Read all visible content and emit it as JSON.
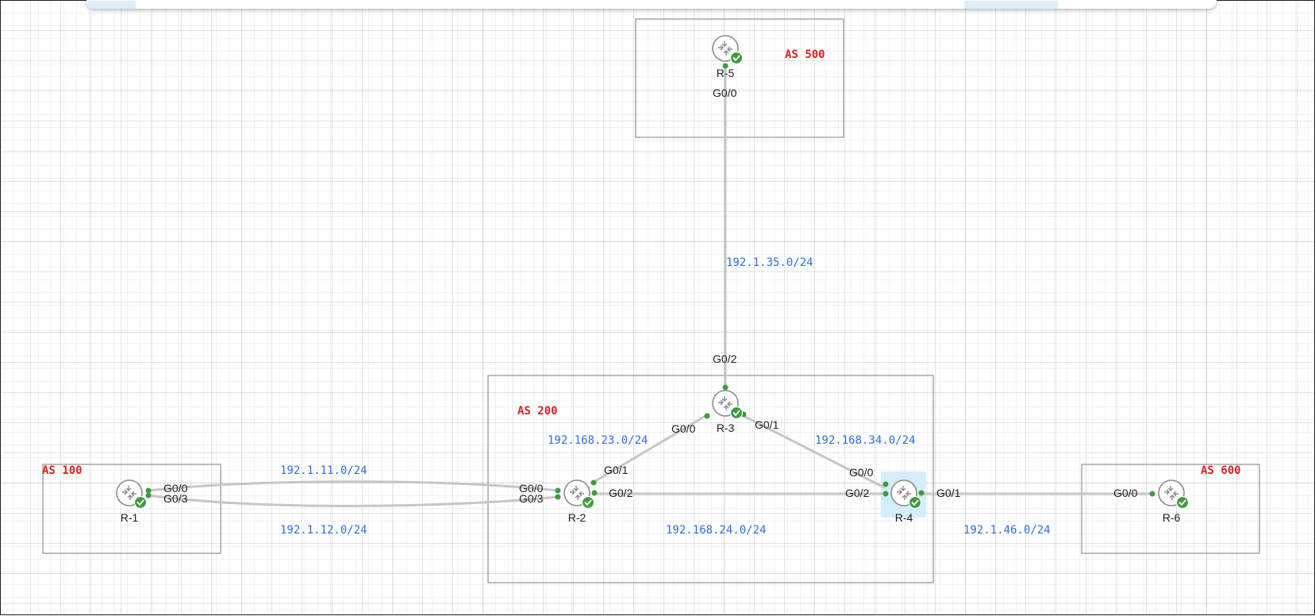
{
  "as_areas": [
    {
      "id": "as500",
      "label": "AS 500"
    },
    {
      "id": "as200",
      "label": "AS 200"
    },
    {
      "id": "as100",
      "label": "AS 100"
    },
    {
      "id": "as600",
      "label": "AS 600"
    }
  ],
  "routers": [
    {
      "id": "r5",
      "label": "R-5",
      "status": "running",
      "selected": false
    },
    {
      "id": "r3",
      "label": "R-3",
      "status": "running",
      "selected": false
    },
    {
      "id": "r2",
      "label": "R-2",
      "status": "running",
      "selected": false
    },
    {
      "id": "r4",
      "label": "R-4",
      "status": "running",
      "selected": true
    },
    {
      "id": "r1",
      "label": "R-1",
      "status": "running",
      "selected": false
    },
    {
      "id": "r6",
      "label": "R-6",
      "status": "running",
      "selected": false
    }
  ],
  "links": [
    {
      "id": "l-r5-r3",
      "subnet": "192.1.35.0/24",
      "a_port": "G0/0",
      "b_port": "G0/2"
    },
    {
      "id": "l-r2-r3",
      "subnet": "192.168.23.0/24",
      "a_port": "G0/1",
      "b_port": "G0/0"
    },
    {
      "id": "l-r3-r4",
      "subnet": "192.168.34.0/24",
      "a_port": "G0/1",
      "b_port": "G0/0"
    },
    {
      "id": "l-r2-r4",
      "subnet": "192.168.24.0/24",
      "a_port": "G0/2",
      "b_port": "G0/2"
    },
    {
      "id": "l-r1-r2-a",
      "subnet": "192.1.11.0/24",
      "a_port": "G0/0",
      "b_port": "G0/0"
    },
    {
      "id": "l-r1-r2-b",
      "subnet": "192.1.12.0/24",
      "a_port": "G0/3",
      "b_port": "G0/3"
    },
    {
      "id": "l-r4-r6",
      "subnet": "192.1.46.0/24",
      "a_port": "G0/1",
      "b_port": "G0/0"
    }
  ],
  "colors": {
    "link": "#c6c6c6",
    "port_up": "#3e9b3e",
    "subnet_text": "#2d6fe0",
    "as_label": "#e02020",
    "selection": "#d3eef8"
  },
  "icons": {
    "router": "router-icon",
    "status": "check-circle-icon"
  }
}
